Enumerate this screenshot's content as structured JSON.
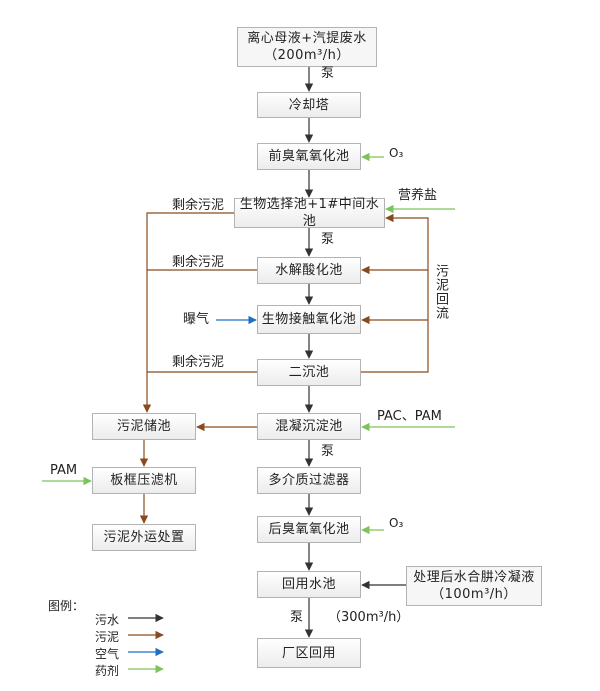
{
  "colors": {
    "wastewater": "#333333",
    "sludge": "#8b4a1d",
    "air": "#1f6fc4",
    "reagent": "#7cc35a"
  },
  "nodes": {
    "source_line1": "离心母液+汽提废水",
    "source_line2": "（200m³/h）",
    "cooling_tower": "冷却塔",
    "pre_ozone": "前臭氧氧化池",
    "bio_select": "生物选择池+1#中间水池",
    "hydrolysis": "水解酸化池",
    "contact_ox": "生物接触氧化池",
    "secondary": "二沉池",
    "coag": "混凝沉淀池",
    "sludge_tank": "污泥储池",
    "filter_press": "板框压滤机",
    "sludge_disposal": "污泥外运处置",
    "multimedia": "多介质过滤器",
    "post_ozone": "后臭氧氧化池",
    "reuse_tank": "回用水池",
    "hydrazine_line1": "处理后水合肼冷凝液",
    "hydrazine_line2": "（100m³/h）",
    "plant_reuse": "厂区回用"
  },
  "labels": {
    "pump1": "泵",
    "pump2": "泵",
    "pump3": "泵",
    "pump4": "泵",
    "o3_pre": "O₃",
    "o3_post": "O₃",
    "nutrient": "营养盐",
    "aeration": "曝气",
    "pac_pam": "PAC、PAM",
    "pam": "PAM",
    "excess1": "剩余污泥",
    "excess2": "剩余污泥",
    "excess3": "剩余污泥",
    "return_sludge": "污泥回流",
    "flow_out": "（300m³/h）"
  },
  "legend": {
    "title": "图例：",
    "items": [
      {
        "label": "污水",
        "color_key": "wastewater"
      },
      {
        "label": "污泥",
        "color_key": "sludge"
      },
      {
        "label": "空气",
        "color_key": "air"
      },
      {
        "label": "药剂",
        "color_key": "reagent"
      }
    ]
  }
}
